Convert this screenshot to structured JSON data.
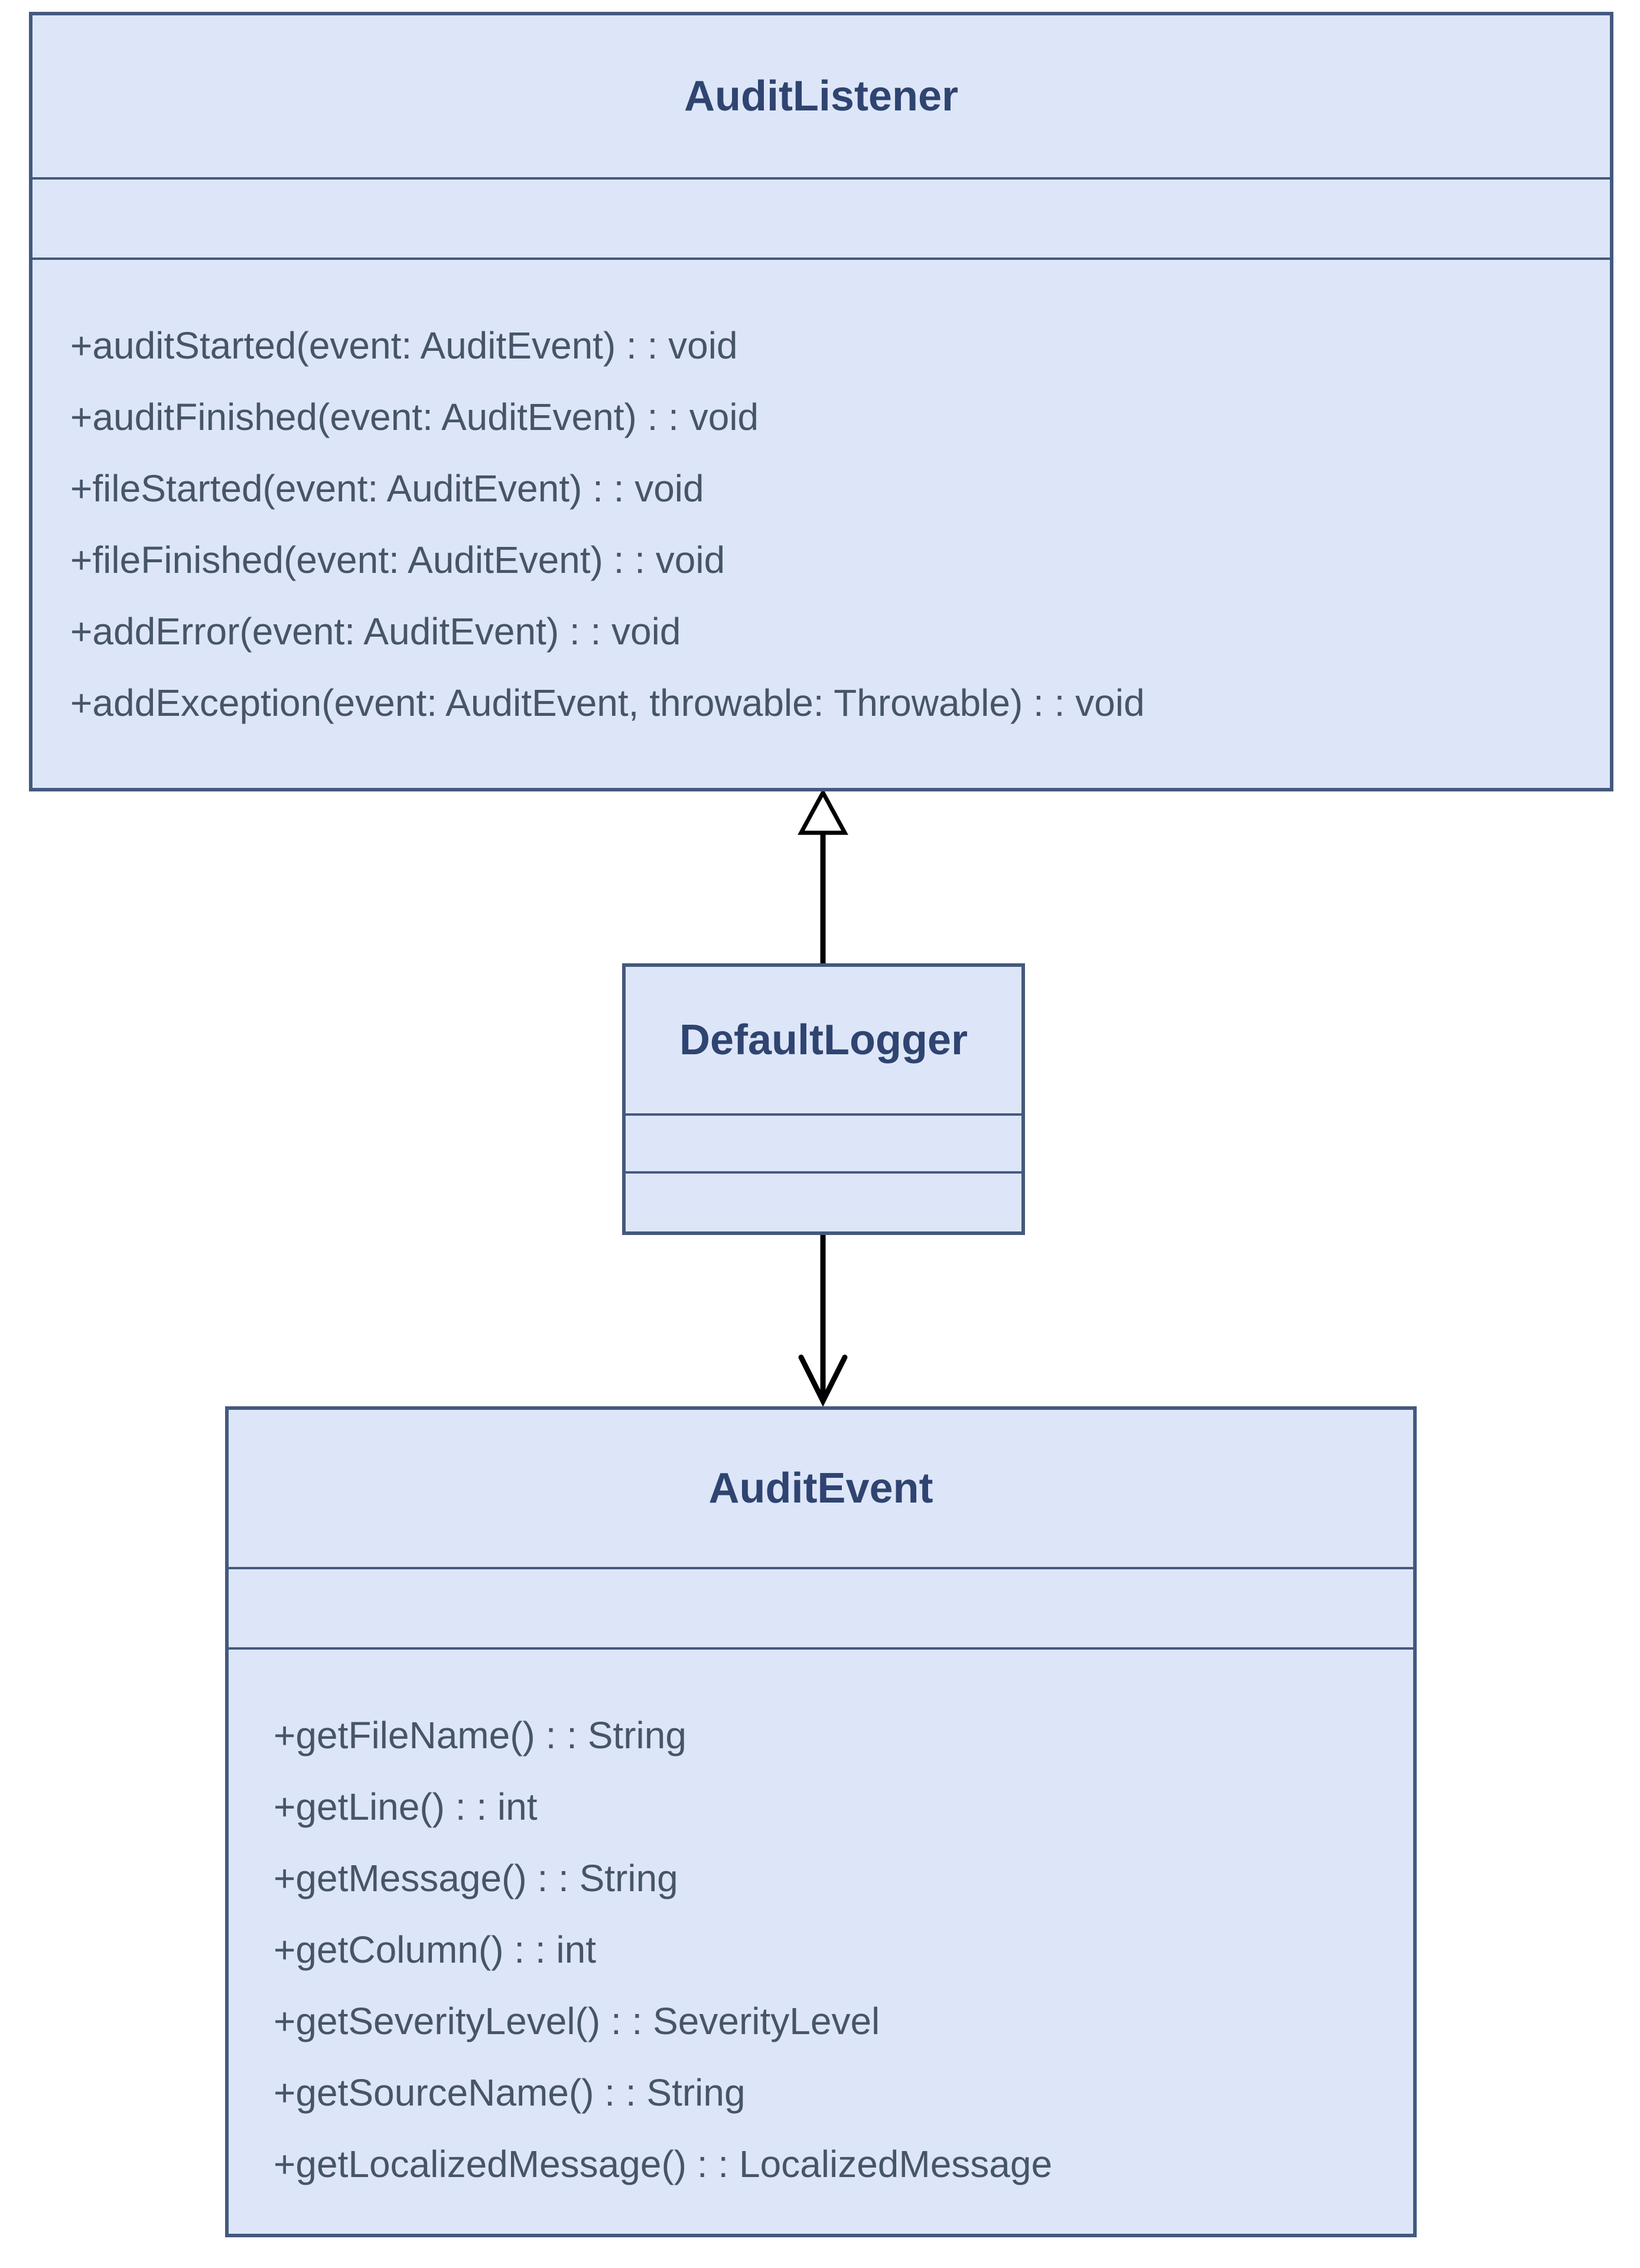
{
  "classes": {
    "auditListener": {
      "name": "AuditListener",
      "methods": [
        "+auditStarted(event: AuditEvent) : : void",
        "+auditFinished(event: AuditEvent) : : void",
        "+fileStarted(event: AuditEvent) : : void",
        "+fileFinished(event: AuditEvent) : : void",
        "+addError(event: AuditEvent) : : void",
        "+addException(event: AuditEvent, throwable: Throwable) : : void"
      ]
    },
    "defaultLogger": {
      "name": "DefaultLogger",
      "methods": []
    },
    "auditEvent": {
      "name": "AuditEvent",
      "methods": [
        "+getFileName() : : String",
        "+getLine() : : int",
        "+getMessage() : : String",
        "+getColumn() : : int",
        "+getSeverityLevel() : : SeverityLevel",
        "+getSourceName() : : String",
        "+getLocalizedMessage() : : LocalizedMessage"
      ]
    }
  },
  "relationships": [
    {
      "type": "generalization",
      "from": "DefaultLogger",
      "to": "AuditListener"
    },
    {
      "type": "directed-association",
      "from": "DefaultLogger",
      "to": "AuditEvent"
    }
  ],
  "colors": {
    "box_fill": "#dde6f8",
    "box_border": "#44597e",
    "title_text": "#2f4470",
    "method_text": "#475569",
    "arrow": "#000000",
    "background": "#ffffff"
  }
}
